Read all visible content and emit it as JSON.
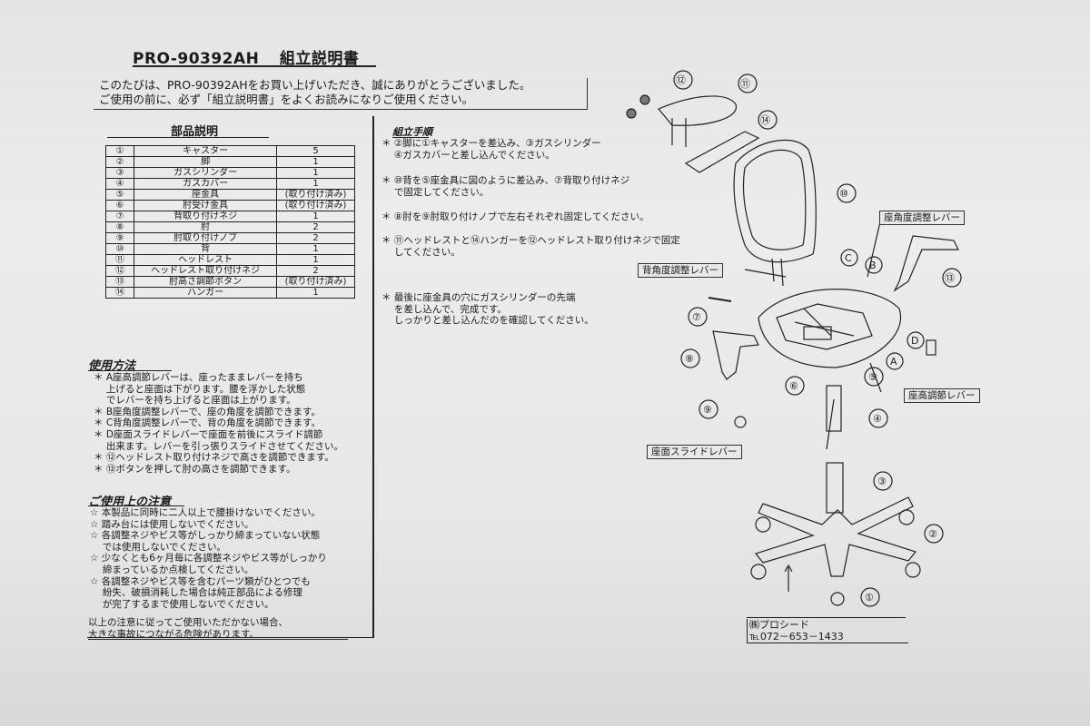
{
  "doc": {
    "model": "PRO-90392AH",
    "title": "組立説明書",
    "intro": [
      "このたびは、PRO-90392AHをお買い上げいただき、誠にありがとうございました。",
      "ご使用の前に、必ず「組立説明書」をよくお読みになりご使用ください。"
    ]
  },
  "parts": {
    "heading": "部品説明",
    "rows": [
      {
        "no": "①",
        "name": "キャスター",
        "qty": "5"
      },
      {
        "no": "②",
        "name": "脚",
        "qty": "1"
      },
      {
        "no": "③",
        "name": "ガスシリンダー",
        "qty": "1"
      },
      {
        "no": "④",
        "name": "ガスカバー",
        "qty": "1"
      },
      {
        "no": "⑤",
        "name": "座金具",
        "qty": "(取り付け済み)"
      },
      {
        "no": "⑥",
        "name": "肘受け金具",
        "qty": "(取り付け済み)"
      },
      {
        "no": "⑦",
        "name": "背取り付けネジ",
        "qty": "1"
      },
      {
        "no": "⑧",
        "name": "肘",
        "qty": "2"
      },
      {
        "no": "⑨",
        "name": "肘取り付けノブ",
        "qty": "2"
      },
      {
        "no": "⑩",
        "name": "背",
        "qty": "1"
      },
      {
        "no": "⑪",
        "name": "ヘッドレスト",
        "qty": "1"
      },
      {
        "no": "⑫",
        "name": "ヘッドレスト取り付けネジ",
        "qty": "2"
      },
      {
        "no": "⑬",
        "name": "肘高さ調節ボタン",
        "qty": "(取り付け済み)"
      },
      {
        "no": "⑭",
        "name": "ハンガー",
        "qty": "1"
      }
    ]
  },
  "usage": {
    "heading": "使用方法",
    "lines": [
      "＊ A座高調節レバーは、座ったままレバーを持ち",
      "　 上げると座面は下がります。腰を浮かした状態",
      "　 でレバーを持ち上げると座面は上がります。",
      "＊ B座角度調整レバーで、座の角度を調節できます。",
      "＊ C背角度調整レバーで、背の角度を調節できます。",
      "＊ D座面スライドレバーで座面を前後にスライド調節",
      "　 出来ます。レバーを引っ張りスライドさせてください。",
      "＊ ⑫ヘッドレスト取り付けネジで高さを調節できます。",
      "＊ ⑬ボタンを押して肘の高さを調節できます。"
    ]
  },
  "caution": {
    "heading": "ご使用上の注意",
    "lines": [
      "☆ 本製品に同時に二人以上で腰掛けないでください。",
      "☆ 踏み台には使用しないでください。",
      "☆ 各調整ネジやビス等がしっかり締まっていない状態",
      "　 では使用しないでください。",
      "☆ 少なくとも6ヶ月毎に各調整ネジやビス等がしっかり",
      "　 締まっているか点検してください。",
      "☆ 各調整ネジやビス等を含むパーツ類がひとつでも",
      "　 紛失、破損消耗した場合は純正部品による修理",
      "　 が完了するまで使用しないでください。"
    ],
    "warning": [
      "以上の注意に従ってご使用いただかない場合、",
      "大きな事故につながる危険があります。"
    ]
  },
  "assembly": {
    "heading": "組立手順",
    "steps": [
      [
        "＊ ②脚に①キャスターを差込み、③ガスシリンダー",
        "　 ④ガスカバーと差し込んでください。"
      ],
      [
        "＊ ⑩背を⑤座金具に図のように差込み、⑦背取り付けネジ",
        "　 で固定してください。"
      ],
      [
        "＊ ⑧肘を⑨肘取り付けノブで左右それぞれ固定してください。"
      ],
      [
        "＊ ⑪ヘッドレストと⑭ハンガーを⑫ヘッドレスト取り付けネジで固定",
        "　 してください。"
      ],
      [
        "＊ 最後に座金具の穴にガスシリンダーの先端",
        "　 を差し込んで、完成です。",
        "　 しっかりと差し込んだのを確認してください。"
      ]
    ]
  },
  "diagram": {
    "labels": {
      "seat_angle_lever": "座角度調整レバー",
      "back_angle_lever": "背角度調整レバー",
      "seat_height_lever": "座高調節レバー",
      "seat_slide_lever": "座面スライドレバー"
    },
    "callouts": [
      "①",
      "②",
      "③",
      "④",
      "⑤",
      "⑥",
      "⑦",
      "⑧",
      "⑨",
      "⑩",
      "⑪",
      "⑫",
      "⑬",
      "⑭",
      "A",
      "B",
      "C",
      "D"
    ]
  },
  "company": {
    "name": "㈱プロシード",
    "tel": "℡072－653－1433"
  }
}
